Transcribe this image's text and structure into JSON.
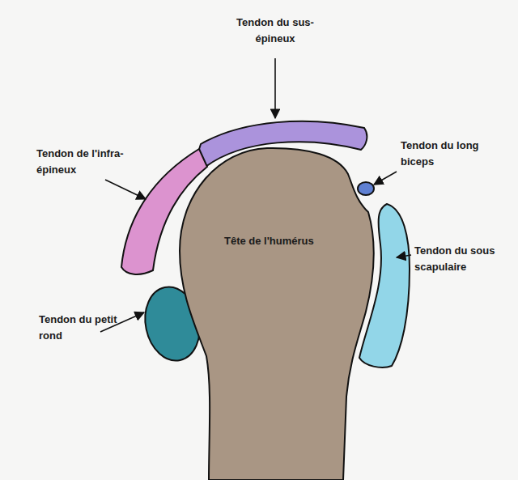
{
  "diagram": {
    "nodes": [
      {
        "text": [
          "Tête de l'humérus"
        ]
      }
    ],
    "labels": [
      "Tendon du sus- épineux",
      "Tendon de l'infra- épineux",
      "Tendon du long biceps",
      "Tendon du sous scapulaire",
      "Tendon du petit rond"
    ]
  }
}
